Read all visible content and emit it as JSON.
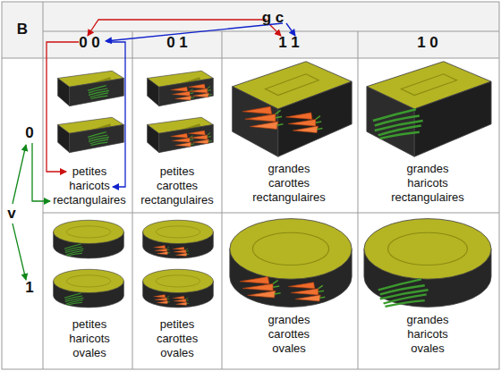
{
  "diagram": {
    "labels": [
      "B",
      "g c",
      "0 0",
      "0 1",
      "1 1",
      "1 0",
      "v",
      "0",
      "1",
      "petites haricots rectangulaires",
      "petites carottes rectangulaires",
      "grandes carottes rectangulaires",
      "grandes haricots rectangulaires",
      "petites haricots ovales",
      "petites carottes ovales",
      "grandes carottes ovales",
      "grandes haricots ovales"
    ]
  }
}
